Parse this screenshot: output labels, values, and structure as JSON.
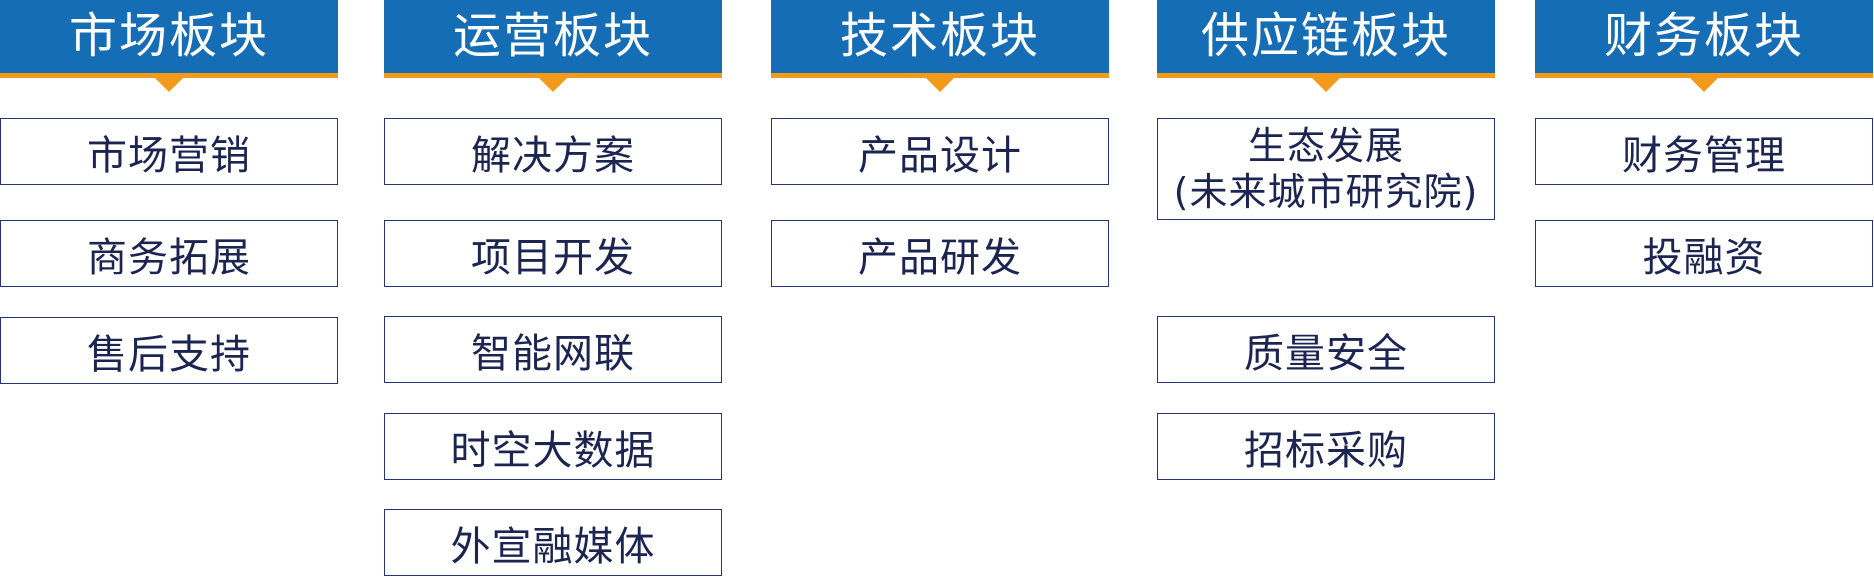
{
  "columns": [
    {
      "title": "市场板块",
      "items": [
        "市场营销",
        "商务拓展",
        "售后支持"
      ]
    },
    {
      "title": "运营板块",
      "items": [
        "解决方案",
        "项目开发",
        "智能网联",
        "时空大数据",
        "外宣融媒体"
      ]
    },
    {
      "title": "技术板块",
      "items": [
        "产品设计",
        "产品研发"
      ]
    },
    {
      "title": "供应链板块",
      "items": [
        "生态发展",
        "质量安全",
        "招标采购"
      ],
      "first_item_subtitle": "(未来城市研究院)"
    },
    {
      "title": "财务板块",
      "items": [
        "财务管理",
        "投融资"
      ]
    }
  ],
  "colors": {
    "header_bg": "#156db6",
    "accent": "#f39a1a",
    "box_border": "#27327a",
    "box_text": "#1c2452"
  }
}
